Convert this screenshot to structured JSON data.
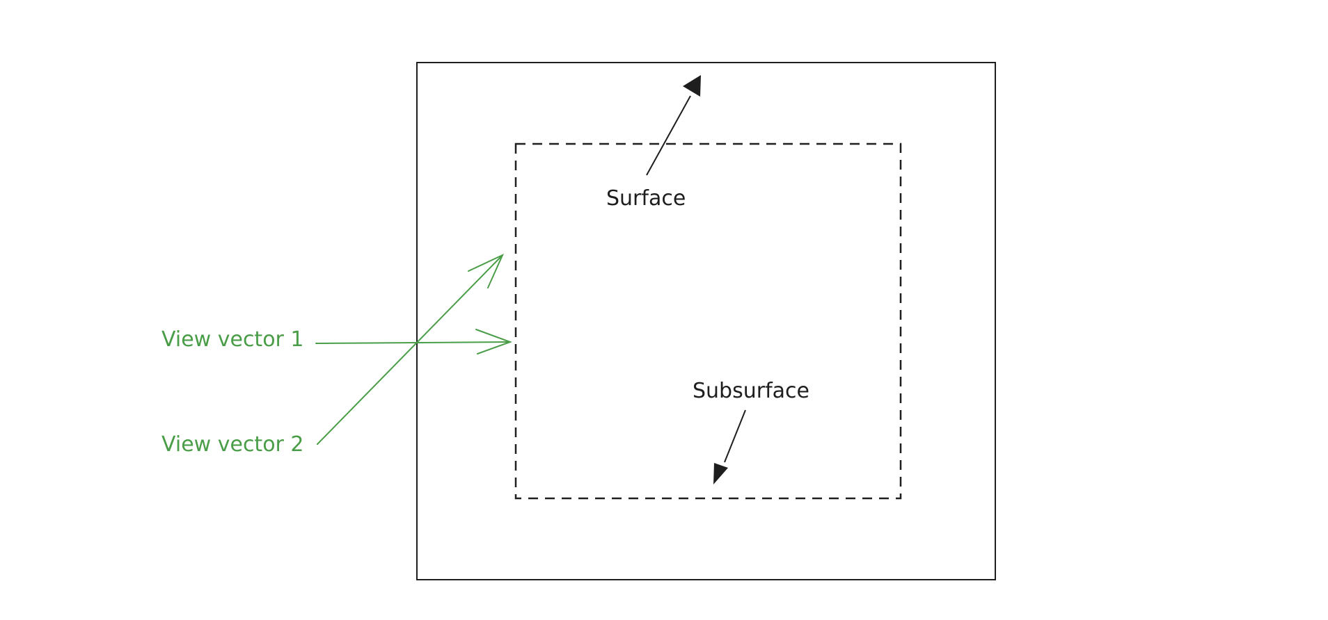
{
  "labels": {
    "surface": "Surface",
    "subsurface": "Subsurface",
    "view_vector_1": "View vector 1",
    "view_vector_2": "View vector 2"
  },
  "colors": {
    "ink": "#1e1e1e",
    "view_vector": "#4a9d47",
    "background": "#ffffff"
  }
}
